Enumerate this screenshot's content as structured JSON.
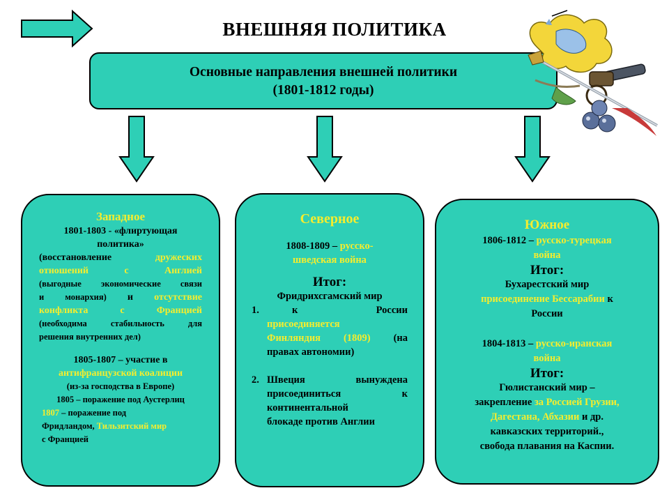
{
  "page_title": "ВНЕШНЯЯ ПОЛИТИКА",
  "header": {
    "line1": "Основные направления внешней политики",
    "line2": "(1801-1812 годы)"
  },
  "west": {
    "title": "Западное",
    "l1": "1801-1803 - «флиртующая",
    "l2": "политика»",
    "l3a": "(восстановление",
    "l3b": "дружеских",
    "l4a": "отношений",
    "l4b": "с",
    "l4c": "Англией",
    "l5": "(выгодные экономические связи",
    "l6a": "и",
    "l6b": "монархия)",
    "l6c": "и",
    "l6d": "отсутствие",
    "l7a": "конфликта",
    "l7b": "с",
    "l7c": "Францией",
    "l8": "(необходима стабильность для",
    "l9": "решения внутренних дел)",
    "l10": "1805-1807 – участие в",
    "l11": "антифранцузской коалиции",
    "l12": "(из-за господства в Европе)",
    "l13": "1805 – поражение под Аустерлиц",
    "l14a": "1807",
    "l14b": " – поражение под",
    "l15a": "Фридландом, ",
    "l15b": "Тильзитский мир",
    "l16": "с Францией"
  },
  "north": {
    "title": "Северное",
    "l1a": "1808-1809 – ",
    "l1b": "русско-",
    "l2": "шведская война",
    "itog": "Итог:",
    "treaty": "Фридрихсгамский мир",
    "i1_num": "1.",
    "i1_l1a": "к",
    "i1_l1b": "России",
    "i1_l2": "присоединяется",
    "i1_l3a": "Финляндия (1809)",
    "i1_l3b": "(на",
    "i1_l4": "правах автономии)",
    "i2_num": "2.",
    "i2_l1a": "Швеция",
    "i2_l1b": "вынуждена",
    "i2_l2a": "присоединиться",
    "i2_l2b": "к",
    "i2_l3": "континентальной",
    "i2_l4": "блокаде против Англии"
  },
  "south": {
    "title": "Южное",
    "l1a": "1806-1812 – ",
    "l1b": "русско-турецкая",
    "l2": "война",
    "itog1": "Итог:",
    "l3": "Бухарестский мир",
    "l4a": "присоединение Бессарабии",
    "l4b": " к",
    "l5": "России",
    "l6a": "1804-1813 – ",
    "l6b": "русско-иранская",
    "l7": "война",
    "itog2": "Итог:",
    "l8": "Гюлистанский мир –",
    "l9a": "закрепление ",
    "l9b": "за Россией Грузии,",
    "l10a": "Дагестана, Абхазии",
    "l10b": " и др.",
    "l11": "кавказских территорий.,",
    "l12": "свобода плавания на Каспии."
  }
}
